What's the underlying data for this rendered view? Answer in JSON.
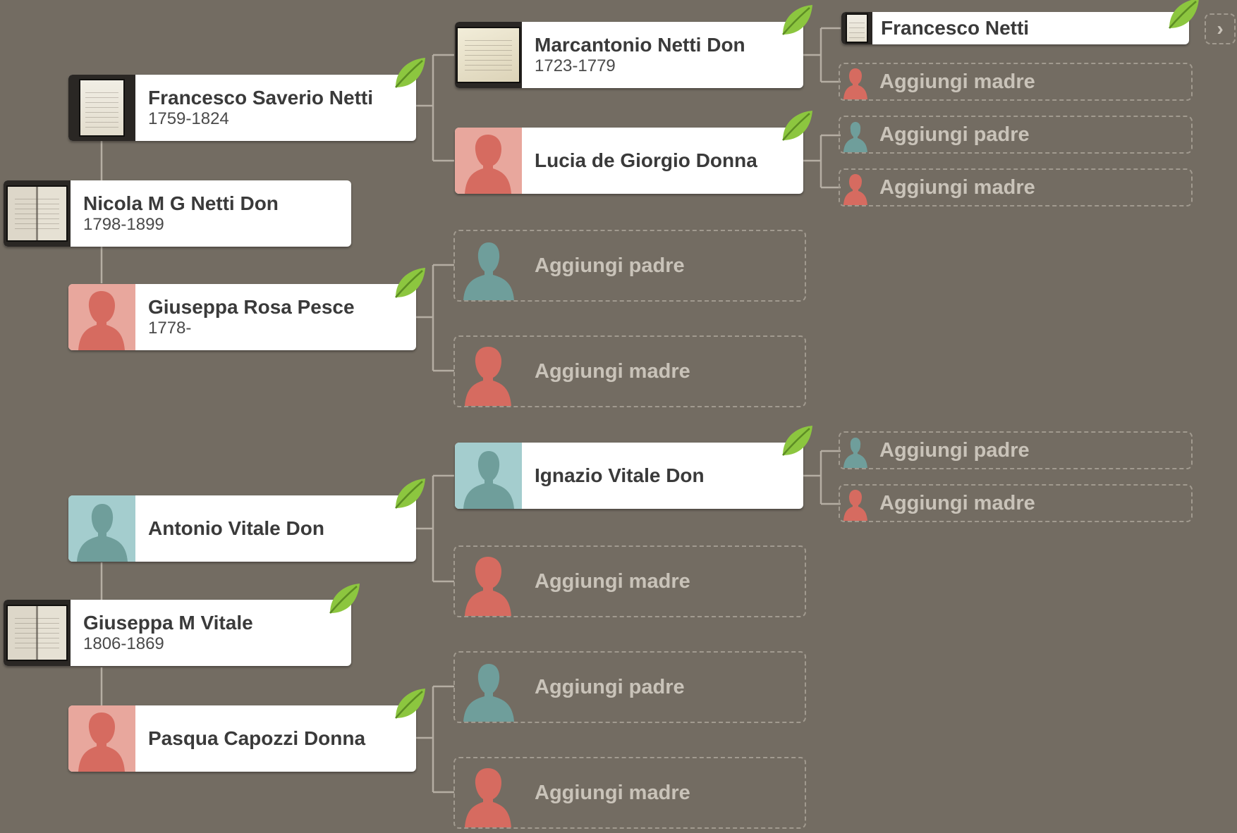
{
  "tree": {
    "people": {
      "nicola": {
        "name": "Nicola M G Netti Don",
        "dates": "1798-1899"
      },
      "francesco_saverio": {
        "name": "Francesco Saverio Netti",
        "dates": "1759-1824"
      },
      "giuseppa_rosa": {
        "name": "Giuseppa Rosa Pesce",
        "dates": "1778-"
      },
      "marcantonio": {
        "name": "Marcantonio Netti Don",
        "dates": "1723-1779"
      },
      "lucia": {
        "name": "Lucia de Giorgio Donna"
      },
      "francesco_netti": {
        "name": "Francesco Netti"
      },
      "giuseppa_m": {
        "name": "Giuseppa M Vitale",
        "dates": "1806-1869"
      },
      "antonio": {
        "name": "Antonio Vitale Don"
      },
      "pasqua": {
        "name": "Pasqua Capozzi Donna"
      },
      "ignazio": {
        "name": "Ignazio Vitale Don"
      }
    },
    "add_father_label": "Aggiungi padre",
    "add_mother_label": "Aggiungi madre",
    "expand_glyph": "›",
    "colors": {
      "background": "#736c62",
      "female_photo": "#e8a79d",
      "male_photo": "#a4cdce",
      "female_silhouette": "#d66b60",
      "male_silhouette": "#6f9e9b",
      "connector": "#b5aea3",
      "leaf": "#8cc63f"
    },
    "icons": [
      "leaf-hint-icon",
      "female-silhouette-icon",
      "male-silhouette-icon",
      "record-photo"
    ]
  }
}
